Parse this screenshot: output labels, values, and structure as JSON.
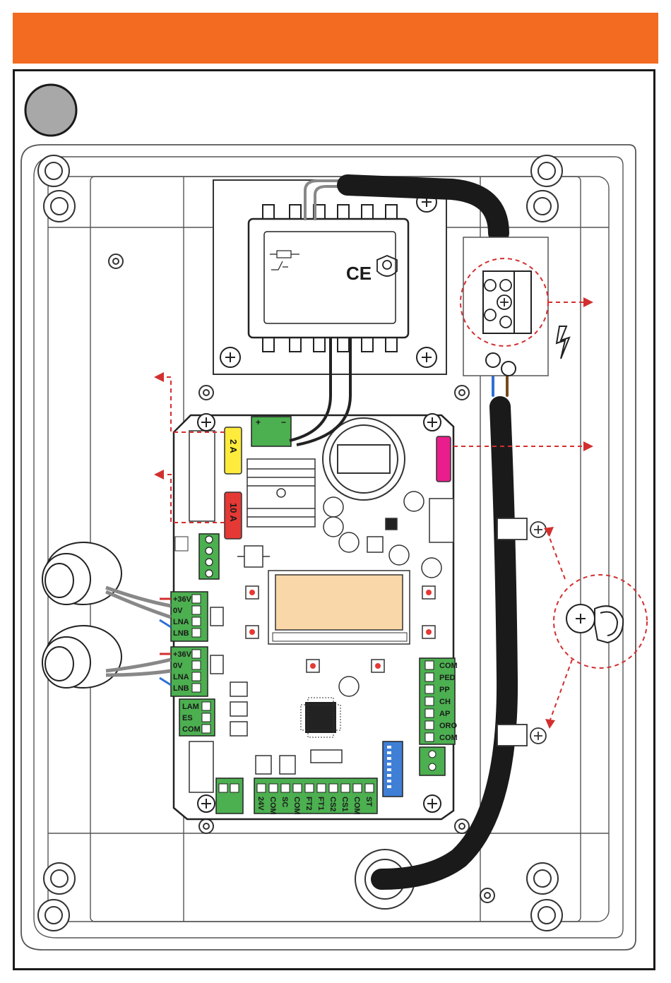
{
  "colors": {
    "header": "#f26b21",
    "pcb": "#ffffff",
    "terminal_green": "#4caf50",
    "fuse_yellow": "#ffeb3b",
    "fuse_red": "#e53935",
    "fuse_magenta": "#e91e8c",
    "display_bg": "#fad7a8",
    "dip_blue": "#3f7fd6",
    "callout_red": "#d32f2f",
    "step_circle": "#a8a8a8"
  },
  "fuses": {
    "top": "2 A",
    "bottom": "10 A"
  },
  "transformer": {
    "ce_mark": "CE"
  },
  "motor_terminals": {
    "motor1": [
      "+36V",
      "0V",
      "LNA",
      "LNB"
    ],
    "motor2": [
      "+36V",
      "0V",
      "LNA",
      "LNB"
    ]
  },
  "lamp_terminals": [
    "LAM",
    "ES",
    "COM"
  ],
  "input_terminals": [
    "COM",
    "PED",
    "PP",
    "CH",
    "AP",
    "ORO",
    "COM"
  ],
  "bottom_terminals": [
    "24V",
    "COM",
    "SC",
    "COM",
    "FT2",
    "FT1",
    "CS2",
    "CS1",
    "COM",
    "ST"
  ],
  "power_connector": {
    "plus": "+",
    "minus": "−"
  }
}
